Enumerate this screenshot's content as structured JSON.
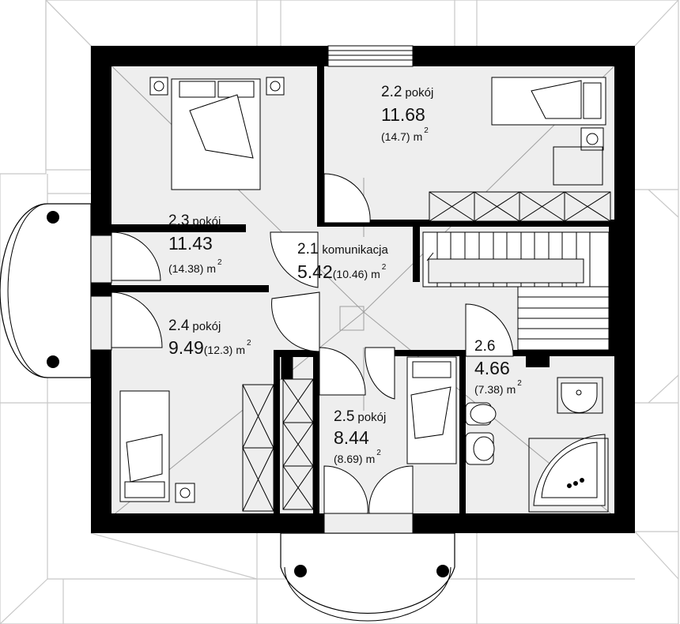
{
  "colors": {
    "wall": "#000000",
    "floor": "#eeeeee",
    "roof_line": "#c8c8c8",
    "diagonal": "#aaaaaa",
    "text": "#111111"
  },
  "rooms": [
    {
      "id": "2.1",
      "name": "komunikacja",
      "area": "5.42",
      "area_gross": "(10.46)",
      "unit": "m",
      "exp": "2"
    },
    {
      "id": "2.2",
      "name": "pokój",
      "area": "11.68",
      "area_gross": "(14.7)",
      "unit": "m",
      "exp": "2"
    },
    {
      "id": "2.3",
      "name": "pokój",
      "area": "11.43",
      "area_gross": "(14.38)",
      "unit": "m",
      "exp": "2"
    },
    {
      "id": "2.4",
      "name": "pokój",
      "area": "9.49",
      "area_gross": "(12.3)",
      "unit": "m",
      "exp": "2"
    },
    {
      "id": "2.5",
      "name": "pokój",
      "area": "8.44",
      "area_gross": "(8.69)",
      "unit": "m",
      "exp": "2"
    },
    {
      "id": "2.6",
      "name": "",
      "area": "4.66",
      "area_gross": "(7.38)",
      "unit": "m",
      "exp": "2"
    }
  ]
}
